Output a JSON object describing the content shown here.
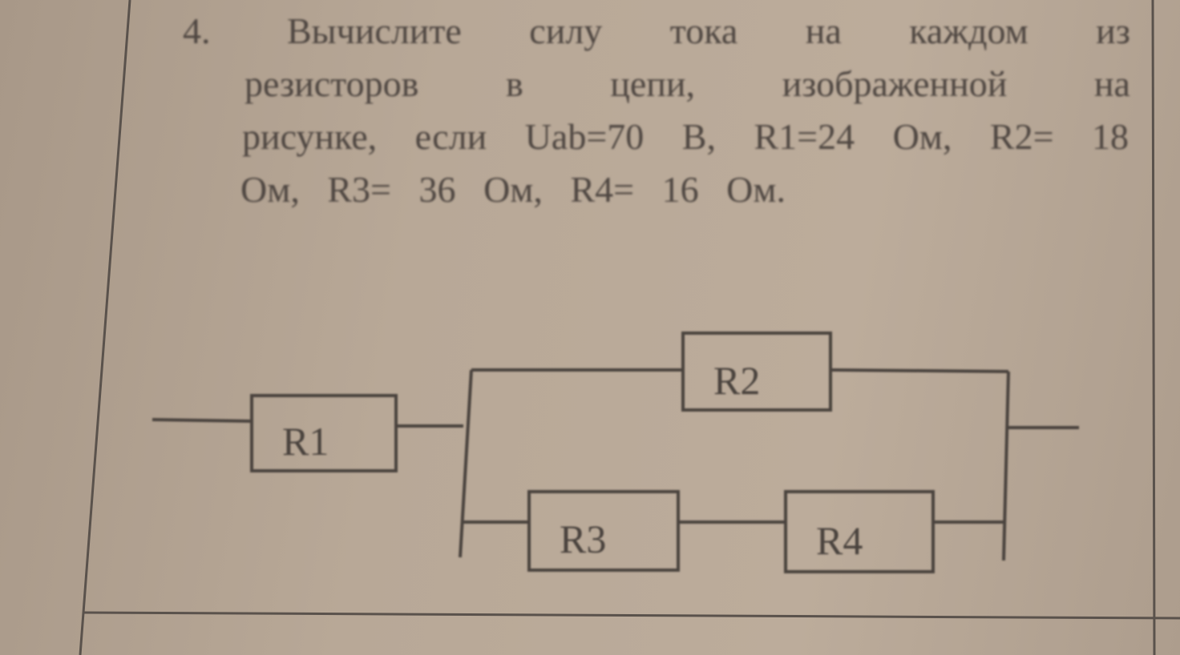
{
  "problem": {
    "number": "4.",
    "lines": [
      [
        "Вычислите",
        "силу",
        "тока",
        "на",
        "каждом",
        "из"
      ],
      [
        "резисторов",
        "в",
        "цепи,",
        "изображенной",
        "на"
      ],
      [
        "рисунке,",
        "если",
        "Uab=70",
        "В,",
        "R1=24",
        "Ом,",
        "R2=",
        "18"
      ],
      [
        "Ом,",
        "R3=",
        "36",
        "Ом,",
        "R4=",
        "16",
        "Ом."
      ]
    ]
  },
  "circuit": {
    "labels": {
      "r1": "R1",
      "r2": "R2",
      "r3": "R3",
      "r4": "R4"
    }
  }
}
